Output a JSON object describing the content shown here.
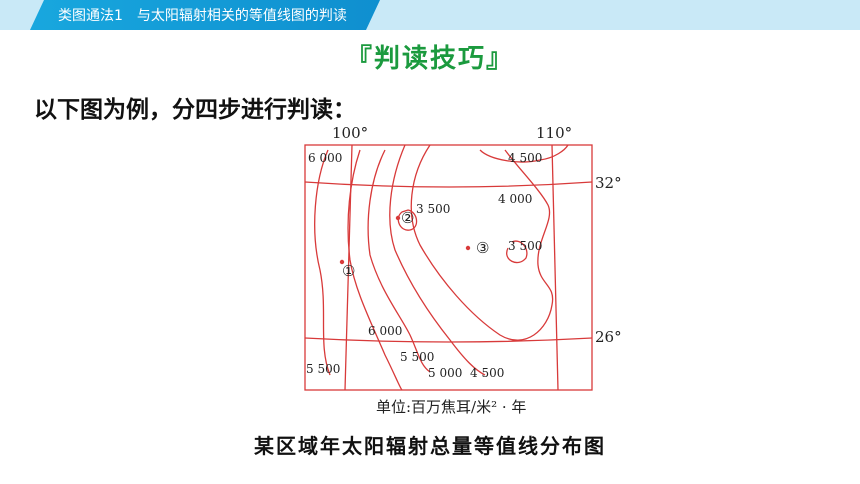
{
  "header": {
    "breadcrumb": "类图通法1　与太阳辐射相关的等值线图的判读"
  },
  "section_title": "『判读技巧』",
  "intro_text": "以下图为例，分四步进行判读：",
  "map": {
    "longitude_labels": [
      "100°",
      "110°"
    ],
    "latitude_labels": [
      "32°",
      "26°"
    ],
    "isoline_labels": [
      "6 000",
      "4 500",
      "3 500",
      "4 000",
      "3 500",
      "6 000",
      "5 500",
      "5 500",
      "5 000",
      "4 500"
    ],
    "point_labels": [
      "①",
      "②",
      "③"
    ],
    "unit": "单位:百万焦耳/米² · 年",
    "line_color": "#d83a3a"
  },
  "caption": "某区域年太阳辐射总量等值线分布图"
}
